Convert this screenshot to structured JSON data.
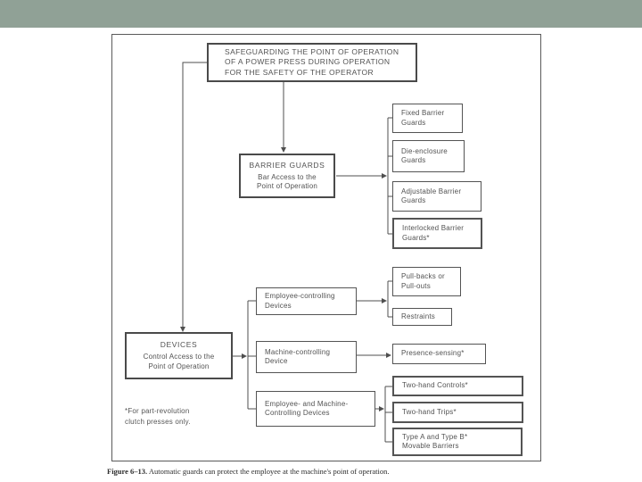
{
  "slide": {
    "colors": {
      "top_band": "#90a196",
      "background": "#ffffff",
      "ink": "#4d4d4d"
    }
  },
  "diagram": {
    "root_box": "SAFEGUARDING THE POINT OF OPERATION\nOF A POWER PRESS DURING OPERATION\nFOR THE SAFETY OF THE OPERATOR",
    "guards": {
      "title": "BARRIER GUARDS",
      "subtitle": "Bar Access to the\nPoint of Operation",
      "types": [
        "Fixed Barrier\nGuards",
        "Die-enclosure\nGuards",
        "Adjustable Barrier\nGuards",
        "Interlocked Barrier\nGuards*"
      ]
    },
    "devices": {
      "title": "DEVICES",
      "subtitle": "Control Access to the\nPoint of Operation",
      "groups": [
        "Employee-controlling\nDevices",
        "Machine-controlling\nDevice",
        "Employee- and Machine-\nControlling Devices"
      ],
      "employee_types": [
        "Pull-backs or\nPull-outs",
        "Restraints"
      ],
      "machine_types": [
        "Presence-sensing*"
      ],
      "combined_types": [
        "Two-hand Controls*",
        "Two-hand Trips*",
        "Type A and Type B*\nMovable Barriers"
      ]
    },
    "footnote": "*For part-revolution\nclutch presses only."
  },
  "caption": {
    "label": "Figure 6–13.",
    "text": " Automatic guards can protect the employee at the machine's point of operation."
  }
}
